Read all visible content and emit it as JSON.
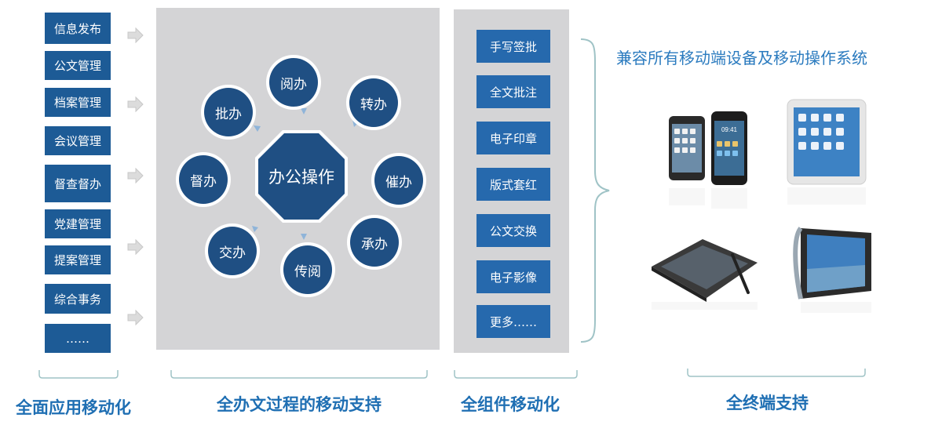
{
  "left_items": [
    "信息发布",
    "公文管理",
    "档案管理",
    "会议管理",
    "督查督办",
    "党建管理",
    "提案管理",
    "综合事务",
    "……"
  ],
  "center": {
    "hub": "办公操作",
    "nodes": [
      "阅办",
      "转办",
      "催办",
      "承办",
      "传阅",
      "交办",
      "督办",
      "批办"
    ]
  },
  "right_items": [
    "手写签批",
    "全文批注",
    "电子印章",
    "版式套红",
    "公文交换",
    "电子影像",
    "更多……"
  ],
  "devices_title": "兼容所有移动端设备及移动操作系统",
  "phone_time": "09:41",
  "bottom_labels": {
    "left": "全面应用移动化",
    "center": "全办文过程的移动支持",
    "right": "全组件移动化",
    "far_right": "全终端支持"
  },
  "colors": {
    "dark_blue": "#1d5b96",
    "node_blue": "#1f4f83",
    "component_blue": "#2669ad",
    "panel_gray": "#d4d4d6",
    "label_blue": "#1f6fb3"
  }
}
